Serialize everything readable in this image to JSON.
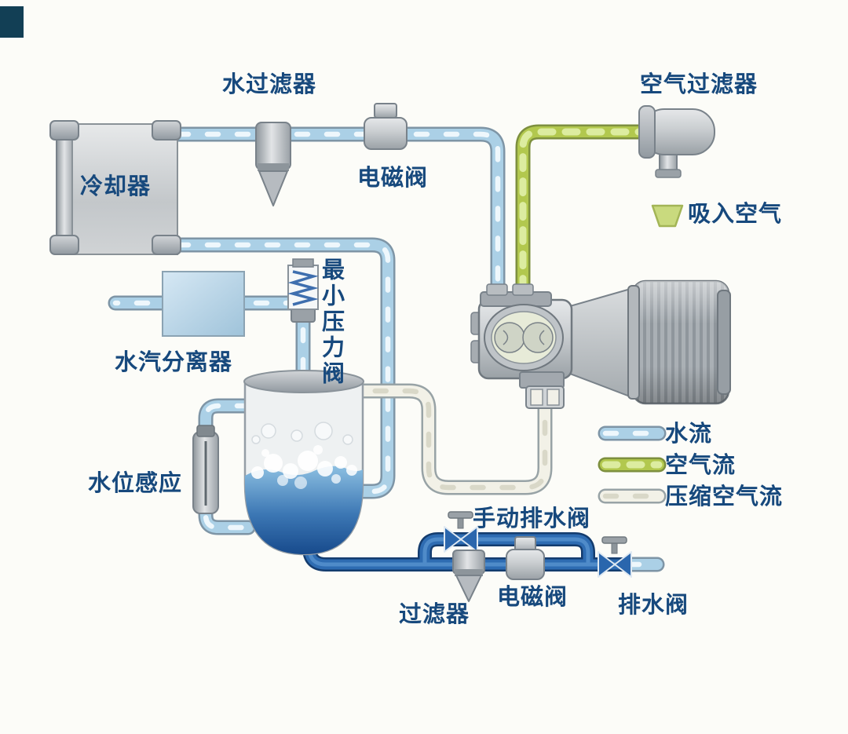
{
  "labels": {
    "water_filter": "水过滤器",
    "air_filter": "空气过滤器",
    "cooler": "冷却器",
    "solenoid_valve_top": "电磁阀",
    "intake_air": "吸入空气",
    "water_vapor_separator": "水汽分离器",
    "min_pressure_valve": "最小压力阀",
    "water_level_sensor": "水位感应",
    "manual_drain_valve": "手动排水阀",
    "filter": "过滤器",
    "solenoid_valve_bottom": "电磁阀",
    "drain_valve": "排水阀"
  },
  "legend": [
    {
      "key": "water_flow",
      "label": "水流",
      "color": "#abd0e6"
    },
    {
      "key": "air_flow",
      "label": "空气流",
      "color": "#b2c84e"
    },
    {
      "key": "compressed_air_flow",
      "label": "压缩空气流",
      "color": "#f2f1e7"
    }
  ],
  "colors": {
    "label_text": "#17497d",
    "water_pipe": "#abd0e6",
    "air_pipe": "#b2c84e",
    "compressed_pipe": "#f2f1e7",
    "drain_pipe": "#2e6cb2",
    "tank_water_deep": "#174a8c",
    "metal": "#b6bbc0"
  }
}
